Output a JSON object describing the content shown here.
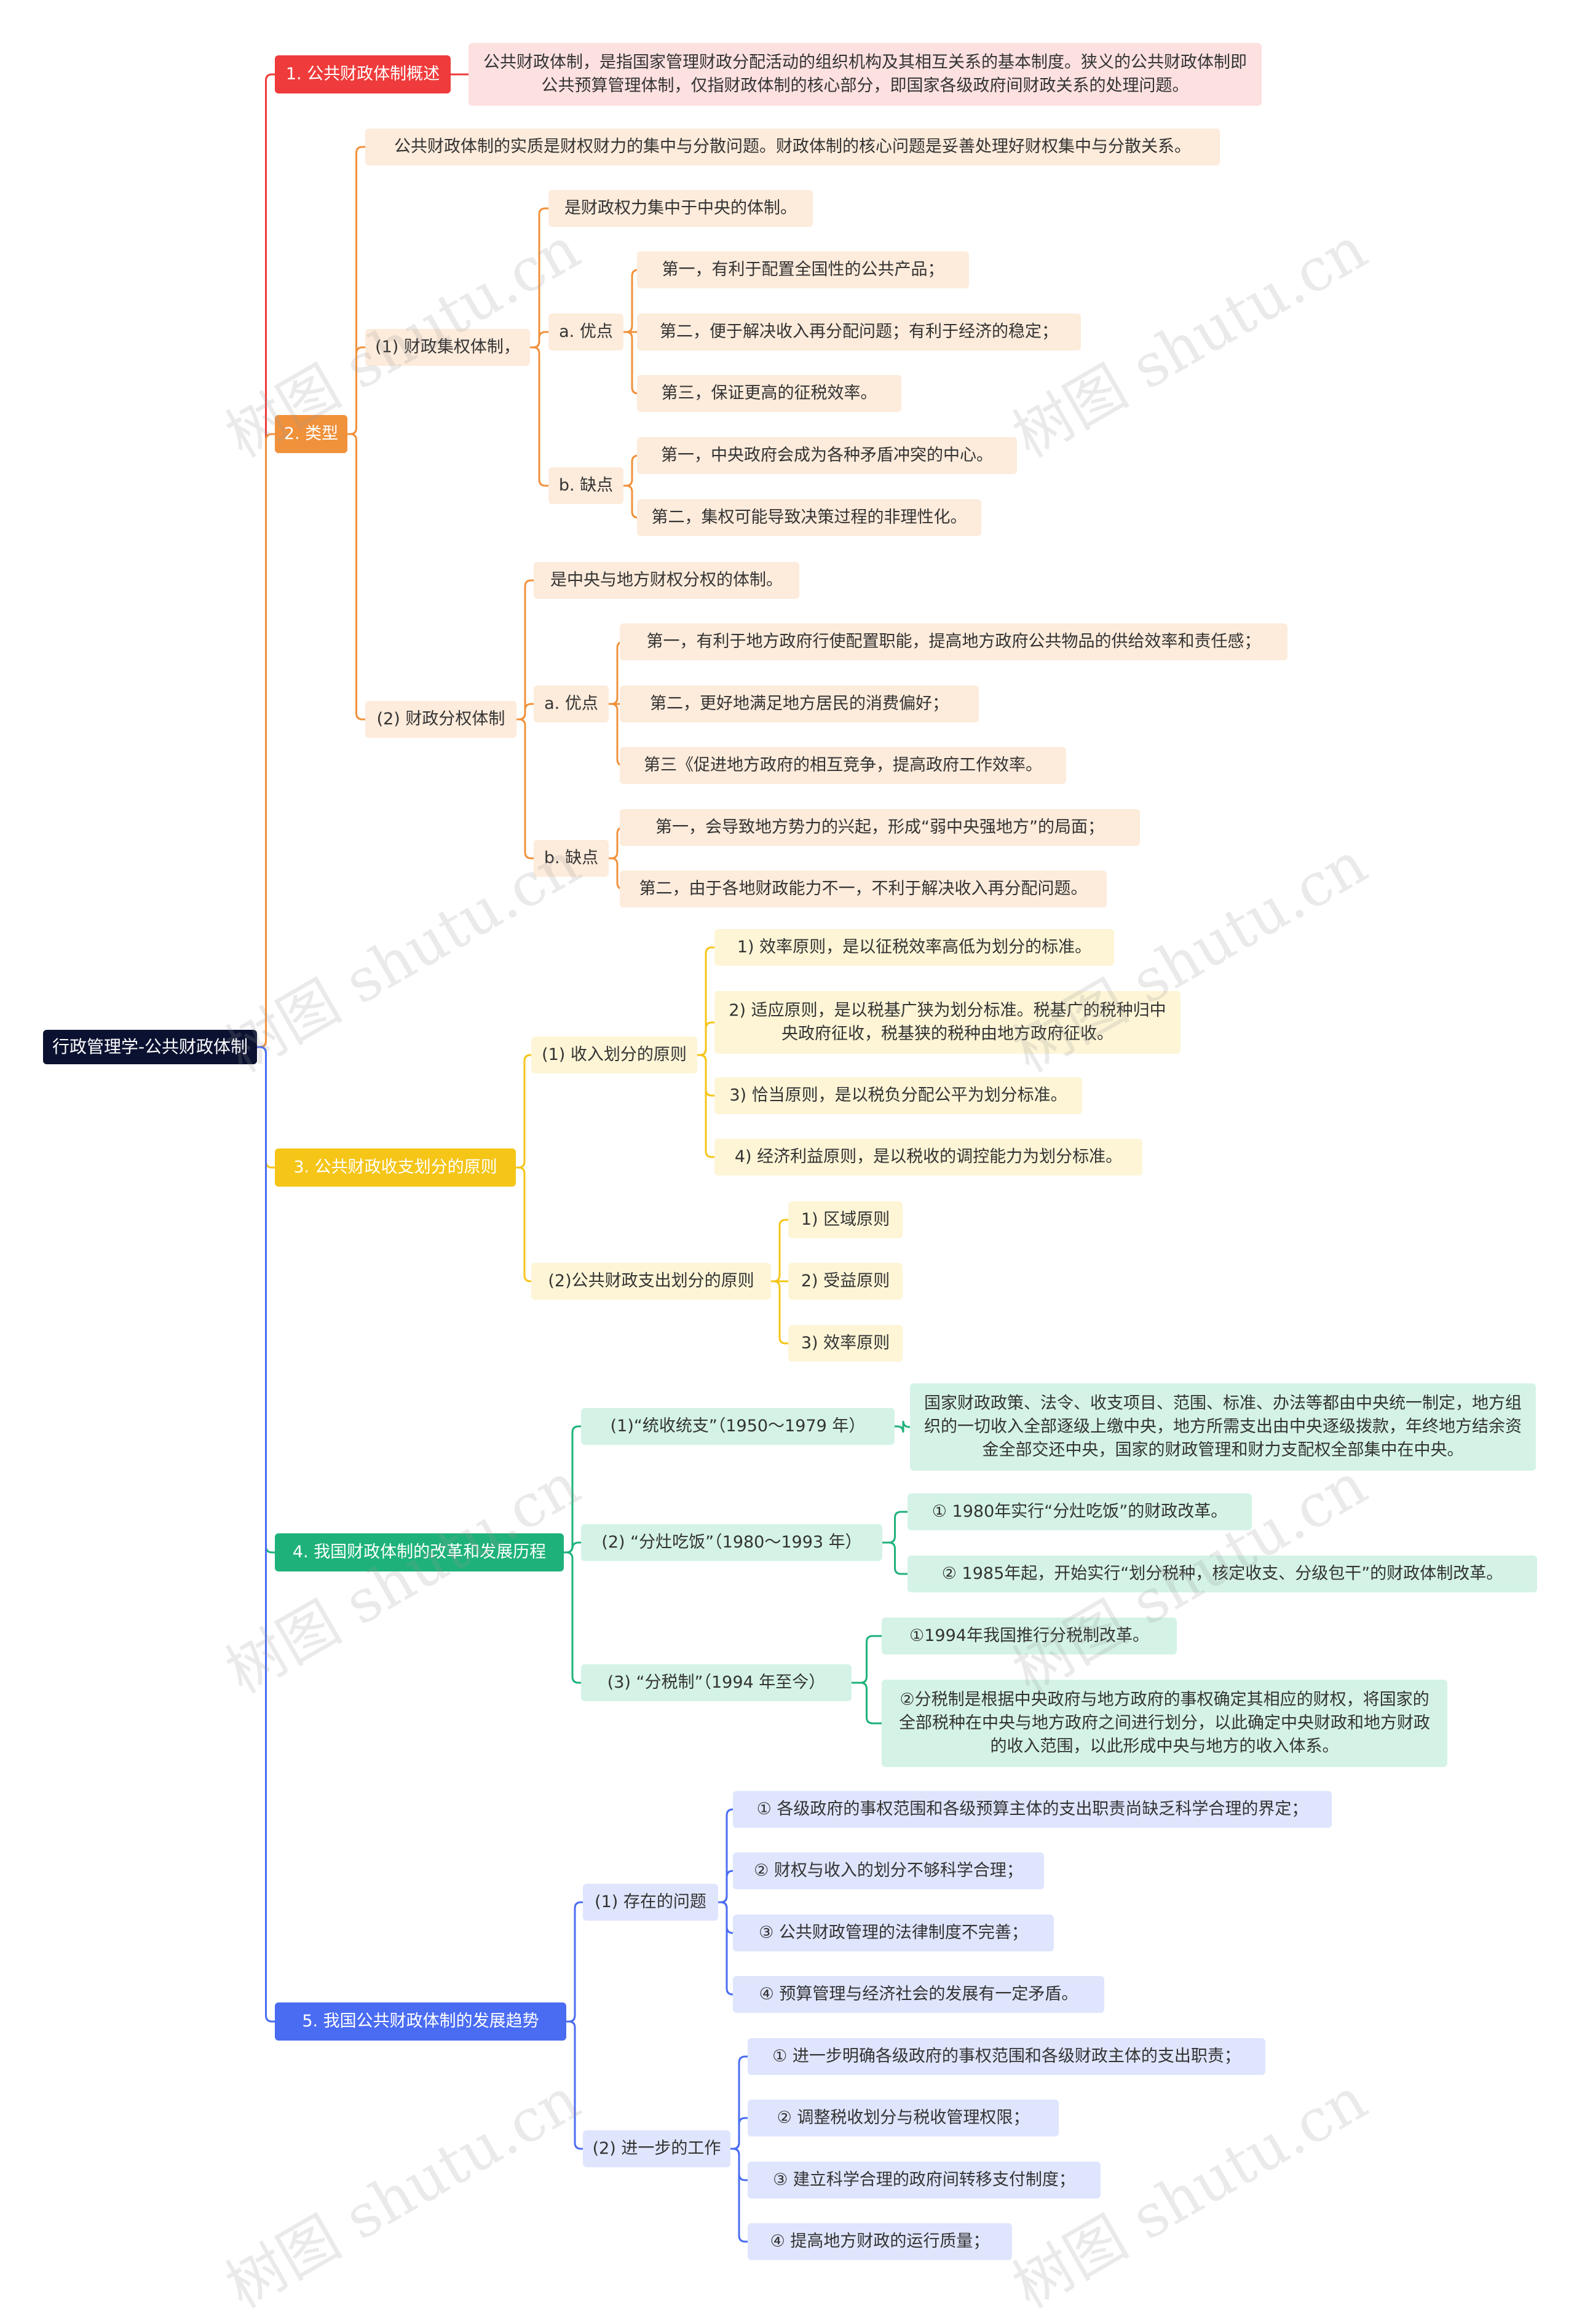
{
  "root": "行政管理学-公共财政体制",
  "branches": [
    {
      "label": "1. 公共财政体制概述",
      "children": [
        {
          "label": "公共财政体制，是指国家管理财政分配活动的组织机构及其相互关系的基本制度。狭义的公共财政体制即公共预算管理体制，仅指财政体制的核心部分，即国家各级政府间财政关系的处理问题。"
        }
      ]
    },
    {
      "label": "2. 类型",
      "children": [
        {
          "label": "公共财政体制的实质是财权财力的集中与分散问题。财政体制的核心问题是妥善处理好财权集中与分散关系。"
        },
        {
          "label": "(1) 财政集权体制，",
          "children": [
            {
              "label": "是财政权力集中于中央的体制。"
            },
            {
              "label": "a. 优点",
              "children": [
                {
                  "label": "第一，有利于配置全国性的公共产品；"
                },
                {
                  "label": "第二，便于解决收入再分配问题；有利于经济的稳定；"
                },
                {
                  "label": "第三，保证更高的征税效率。"
                }
              ]
            },
            {
              "label": "b. 缺点",
              "children": [
                {
                  "label": "第一，中央政府会成为各种矛盾冲突的中心。"
                },
                {
                  "label": "第二，集权可能导致决策过程的非理性化。"
                }
              ]
            }
          ]
        },
        {
          "label": "(2) 财政分权体制",
          "children": [
            {
              "label": "是中央与地方财权分权的体制。"
            },
            {
              "label": "a. 优点",
              "children": [
                {
                  "label": "第一，有利于地方政府行使配置职能，提高地方政府公共物品的供给效率和责任感；"
                },
                {
                  "label": "第二，更好地满足地方居民的消费偏好；"
                },
                {
                  "label": "第三《促进地方政府的相互竞争，提高政府工作效率。"
                }
              ]
            },
            {
              "label": "b. 缺点",
              "children": [
                {
                  "label": "第一，会导致地方势力的兴起，形成“弱中央强地方”的局面；"
                },
                {
                  "label": "第二，由于各地财政能力不一，不利于解决收入再分配问题。"
                }
              ]
            }
          ]
        }
      ]
    },
    {
      "label": "3. 公共财政收支划分的原则",
      "children": [
        {
          "label": "(1) 收入划分的原则",
          "children": [
            {
              "label": "1) 效率原则，是以征税效率高低为划分的标准。"
            },
            {
              "label": "2) 适应原则，是以税基广狭为划分标准。税基广的税种归中央政府征收，税基狭的税种由地方政府征收。"
            },
            {
              "label": "3) 恰当原则，是以税负分配公平为划分标准。"
            },
            {
              "label": "4) 经济利益原则，是以税收的调控能力为划分标准。"
            }
          ]
        },
        {
          "label": "(2)公共财政支出划分的原则",
          "children": [
            {
              "label": "1) 区域原则"
            },
            {
              "label": "2) 受益原则"
            },
            {
              "label": "3) 效率原则"
            }
          ]
        }
      ]
    },
    {
      "label": "4. 我国财政体制的改革和发展历程",
      "children": [
        {
          "label": "(1)“统收统支”（1950～1979 年）",
          "children": [
            {
              "label": "国家财政政策、法令、收支项目、范围、标准、办法等都由中央统一制定，地方组织的一切收入全部逐级上缴中央，地方所需支出由中央逐级拨款，年终地方结余资金全部交还中央，国家的财政管理和财力支配权全部集中在中央。"
            }
          ]
        },
        {
          "label": "(2) “分灶吃饭”（1980～1993 年）",
          "children": [
            {
              "label": "① 1980年实行“分灶吃饭”的财政改革。"
            },
            {
              "label": "② 1985年起，开始实行“划分税种，核定收支、分级包干”的财政体制改革。"
            }
          ]
        },
        {
          "label": "(3) “分税制”（1994 年至今）",
          "children": [
            {
              "label": "①1994年我国推行分税制改革。"
            },
            {
              "label": "②分税制是根据中央政府与地方政府的事权确定其相应的财权，将国家的全部税种在中央与地方政府之间进行划分，以此确定中央财政和地方财政的收入范围，以此形成中央与地方的收入体系。"
            }
          ]
        }
      ]
    },
    {
      "label": "5. 我国公共财政体制的发展趋势",
      "children": [
        {
          "label": "(1) 存在的问题",
          "children": [
            {
              "label": "① 各级政府的事权范围和各级预算主体的支出职责尚缺乏科学合理的界定；"
            },
            {
              "label": "② 财权与收入的划分不够科学合理；"
            },
            {
              "label": "③ 公共财政管理的法律制度不完善；"
            },
            {
              "label": "④ 预算管理与经济社会的发展有一定矛盾。"
            }
          ]
        },
        {
          "label": "(2) 进一步的工作",
          "children": [
            {
              "label": "① 进一步明确各级政府的事权范围和各级财政主体的支出职责；"
            },
            {
              "label": "② 调整税收划分与税收管理权限；"
            },
            {
              "label": "③ 建立科学合理的政府间转移支付制度；"
            },
            {
              "label": "④ 提高地方财政的运行质量；"
            }
          ]
        }
      ]
    }
  ],
  "watermark": "树图 shutu.cn",
  "colors": {
    "root": "#0b1130",
    "branch1": "#ef3b3b",
    "branch2": "#f0913b",
    "branch3": "#f5c518",
    "branch4": "#1eb27a",
    "branch5": "#4a6cf2"
  }
}
